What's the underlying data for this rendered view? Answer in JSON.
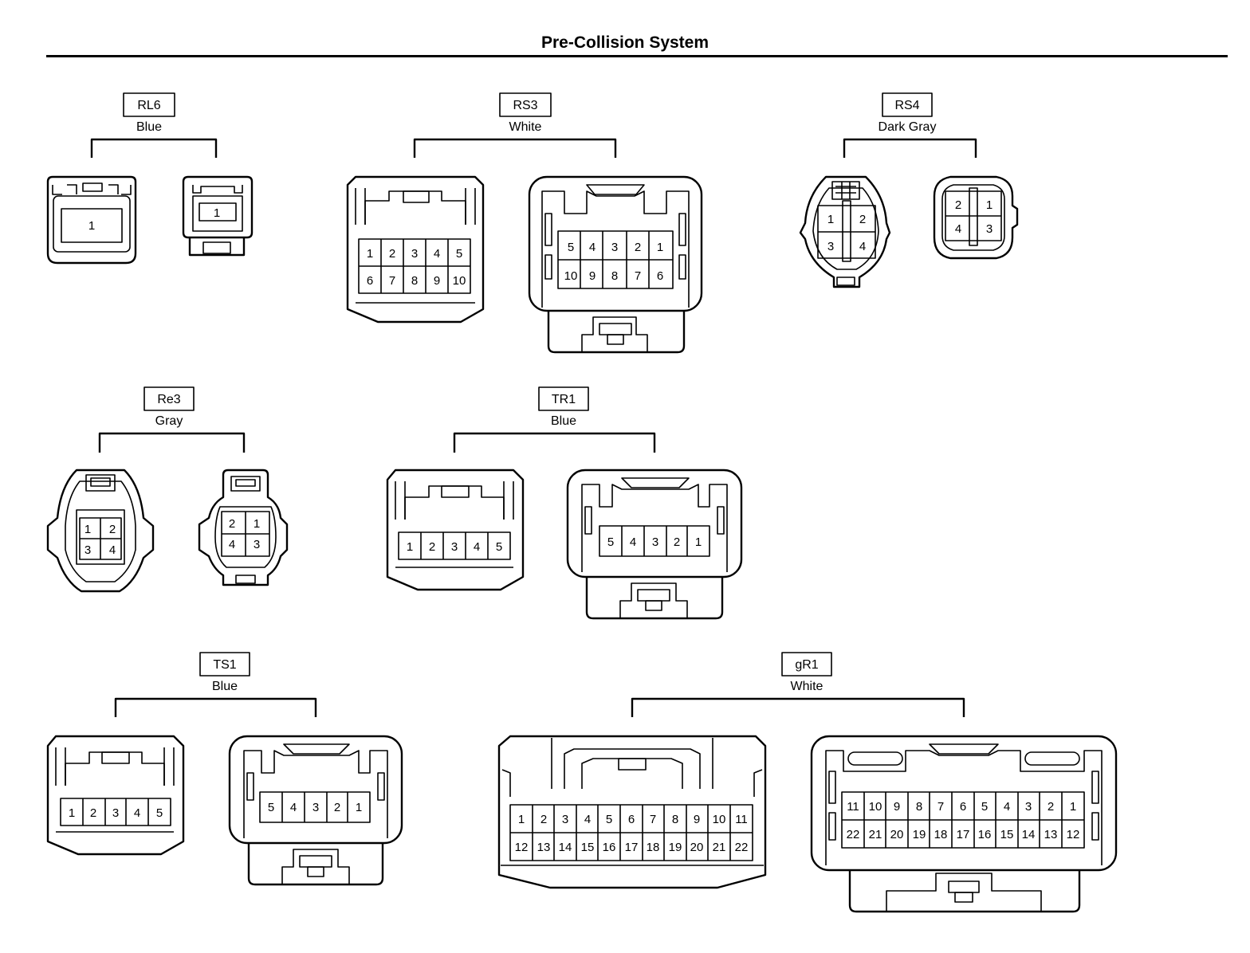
{
  "page": {
    "title": "Pre-Collision System"
  },
  "connectors": [
    {
      "id": "RL6",
      "color": "Blue"
    },
    {
      "id": "RS3",
      "color": "White"
    },
    {
      "id": "RS4",
      "color": "Dark Gray"
    },
    {
      "id": "Re3",
      "color": "Gray"
    },
    {
      "id": "TR1",
      "color": "Blue"
    },
    {
      "id": "TS1",
      "color": "Blue"
    },
    {
      "id": "gR1",
      "color": "White"
    }
  ]
}
